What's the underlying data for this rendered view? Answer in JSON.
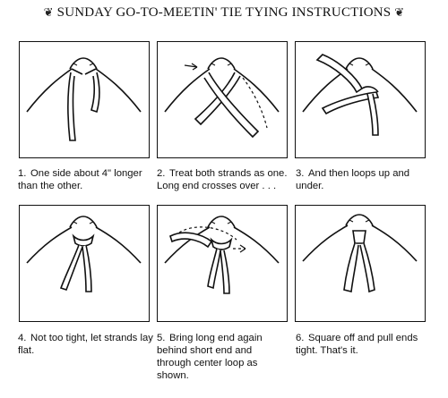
{
  "title": "SUNDAY GO-TO-MEETIN' TIE TYING INSTRUCTIONS",
  "ornament_left": "❦",
  "ornament_right": "❦",
  "steps": [
    {
      "number": "1.",
      "text": "One side about 4\" longer than the other.",
      "illustration": "tie-draped-icon"
    },
    {
      "number": "2.",
      "text": "Treat both strands as one. Long end crosses over . . .",
      "illustration": "tie-cross-over-icon"
    },
    {
      "number": "3.",
      "text": "And then loops up and under.",
      "illustration": "tie-loop-under-icon"
    },
    {
      "number": "4.",
      "text": "Not too tight, let strands lay flat.",
      "illustration": "tie-lay-flat-icon"
    },
    {
      "number": "5.",
      "text": "Bring long end again behind short end and through center loop as shown.",
      "illustration": "tie-through-loop-icon"
    },
    {
      "number": "6.",
      "text": "Square off and pull ends tight. That's it.",
      "illustration": "tie-finished-icon"
    }
  ]
}
